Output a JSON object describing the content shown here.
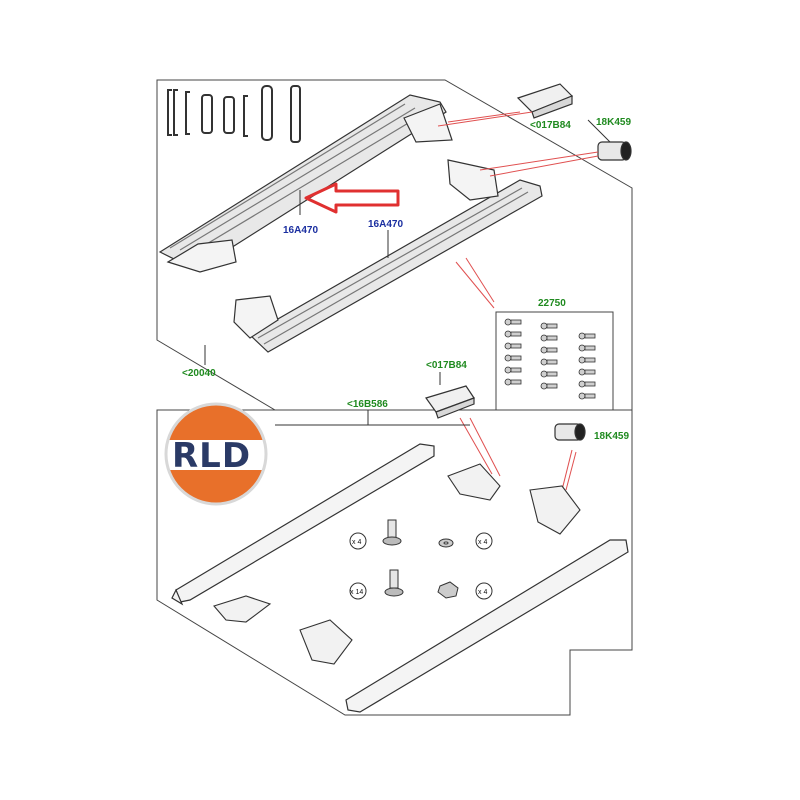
{
  "labels": {
    "bracket_top": "<017B84",
    "bushing_top": "18K459",
    "step_left": "16A470",
    "step_right": "16A470",
    "clip_kit": "22750",
    "kit_main": "<20040",
    "bracket_mid": "<017B84",
    "bushing_mid": "18K459",
    "rail_kit": "<16B586"
  },
  "quantities": {
    "bolt_a": "x 4",
    "washer": "x 4",
    "bolt_b": "x 14",
    "nut": "x 4"
  },
  "logo": {
    "text": "RLD",
    "colors": {
      "top": "#e8702a",
      "bottom": "#e8702a",
      "band": "#ffffff",
      "text": "#2a3a66"
    }
  },
  "colors": {
    "green_label": "#1f8a1f",
    "blue_label": "#1a2ea0",
    "leader_red": "#e05050",
    "arrow_red": "#e03030",
    "outline": "#333333"
  },
  "icons": {
    "arrow": "arrow-left-icon"
  }
}
